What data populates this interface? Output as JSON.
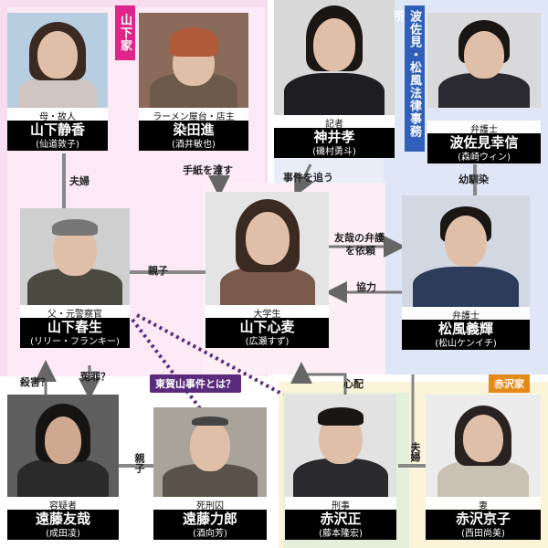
{
  "groups": {
    "yamashita": "山下家",
    "law_firm": "波佐見・松風法律事務所",
    "akazawa": "赤沢家"
  },
  "people": {
    "shizuka": {
      "role": "母・故人",
      "name": "山下静香",
      "actor": "(仙道敦子)"
    },
    "somei": {
      "role": "ラーメン屋台・店主",
      "name": "染田進",
      "actor": "(酒井敏也)"
    },
    "kamii": {
      "role": "記者",
      "name": "神井孝",
      "actor": "(磯村勇斗)"
    },
    "hasami": {
      "role": "弁護士",
      "name": "波佐見幸信",
      "actor": "(森崎ウィン)"
    },
    "haruo": {
      "role": "父・元警察官",
      "name": "山下春生",
      "actor": "(リリー・フランキー)"
    },
    "komugi": {
      "role": "大学生",
      "name": "山下心麦",
      "actor": "(広瀬すず)"
    },
    "matsukaze": {
      "role": "弁護士",
      "name": "松風義輝",
      "actor": "(松山ケンイチ)"
    },
    "tomoya": {
      "role": "容疑者",
      "name": "遠藤友哉",
      "actor": "(成田凌)"
    },
    "rikiro": {
      "role": "死刑囚",
      "name": "遠藤力郎",
      "actor": "(酒向芳)"
    },
    "tadashi": {
      "role": "刑事",
      "name": "赤沢正",
      "actor": "(藤本隆宏)"
    },
    "kyoko": {
      "role": "妻",
      "name": "赤沢京子",
      "actor": "(西田尚美)"
    }
  },
  "relations": {
    "fuufu_left": "夫婦",
    "tegami": "手紙を渡す",
    "jiken": "事件を追う",
    "osananajimi": "幼馴染",
    "oyako_haruo": "親子",
    "bengo_line1": "友哉の弁護",
    "bengo_line2": "を依頼",
    "kyoryoku": "協力",
    "satsugai": "殺害？",
    "enzai": "冤罪？",
    "higashigayama": "東賀山事件とは？",
    "shinpai": "心配",
    "oyako_endo": "親子",
    "fuufu_right": "夫婦"
  },
  "colors": {
    "yamashita": "#e0258a",
    "law_firm": "#2f5fb8",
    "akazawa": "#e38a1b",
    "incident": "#5a2a7c"
  }
}
